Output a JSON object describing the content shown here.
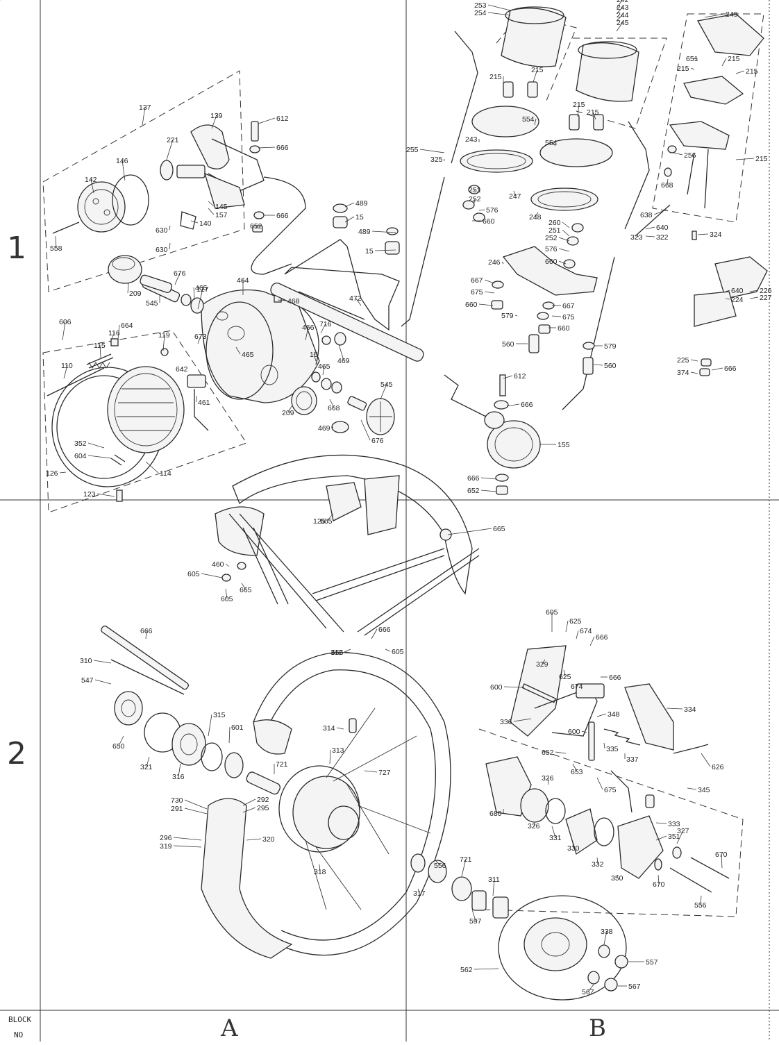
{
  "grid": {
    "row_labels": [
      "1",
      "2"
    ],
    "column_labels": [
      "A",
      "B"
    ],
    "block_label_line1": "BLOCK",
    "block_label_line2": "NO"
  },
  "part_numbers": [
    "137",
    "139",
    "612",
    "666",
    "221",
    "146",
    "142",
    "145",
    "157",
    "140",
    "630",
    "558",
    "630",
    "666",
    "652",
    "209",
    "545",
    "676",
    "465",
    "464",
    "468",
    "489",
    "15",
    "489",
    "15",
    "472",
    "253",
    "254",
    "255",
    "325",
    "215",
    "215",
    "554",
    "243",
    "247",
    "252",
    "251",
    "576",
    "660",
    "248",
    "260",
    "251",
    "252",
    "576",
    "660",
    "246",
    "667",
    "675",
    "660",
    "579",
    "667",
    "675",
    "660",
    "560",
    "579",
    "560",
    "612",
    "666",
    "155",
    "666",
    "652",
    "242",
    "243",
    "244",
    "245",
    "215",
    "215",
    "554",
    "249",
    "651",
    "215",
    "215",
    "215",
    "215",
    "256",
    "668",
    "638",
    "640",
    "322",
    "323",
    "324",
    "640",
    "226",
    "224",
    "227",
    "225",
    "666",
    "374",
    "606",
    "110",
    "115",
    "116",
    "664",
    "119",
    "642",
    "673",
    "461",
    "127",
    "465",
    "466",
    "716",
    "469",
    "15",
    "465",
    "668",
    "676",
    "545",
    "209",
    "469",
    "352",
    "604",
    "126",
    "114",
    "123",
    "125",
    "665",
    "665",
    "460",
    "605",
    "605",
    "665",
    "666",
    "310",
    "547",
    "650",
    "321",
    "316",
    "315",
    "601",
    "721",
    "314",
    "313",
    "727",
    "730",
    "291",
    "292",
    "295",
    "296",
    "319",
    "320",
    "318",
    "312",
    "666",
    "666",
    "605",
    "605",
    "625",
    "674",
    "666",
    "329",
    "625",
    "674",
    "666",
    "600",
    "336",
    "334",
    "348",
    "600",
    "335",
    "337",
    "652",
    "653",
    "675",
    "626",
    "345",
    "326",
    "680",
    "326",
    "331",
    "330",
    "332",
    "333",
    "351",
    "350",
    "327",
    "670",
    "670",
    "556",
    "556",
    "317",
    "721",
    "597",
    "311",
    "562",
    "338",
    "557",
    "567",
    "567",
    "557"
  ]
}
